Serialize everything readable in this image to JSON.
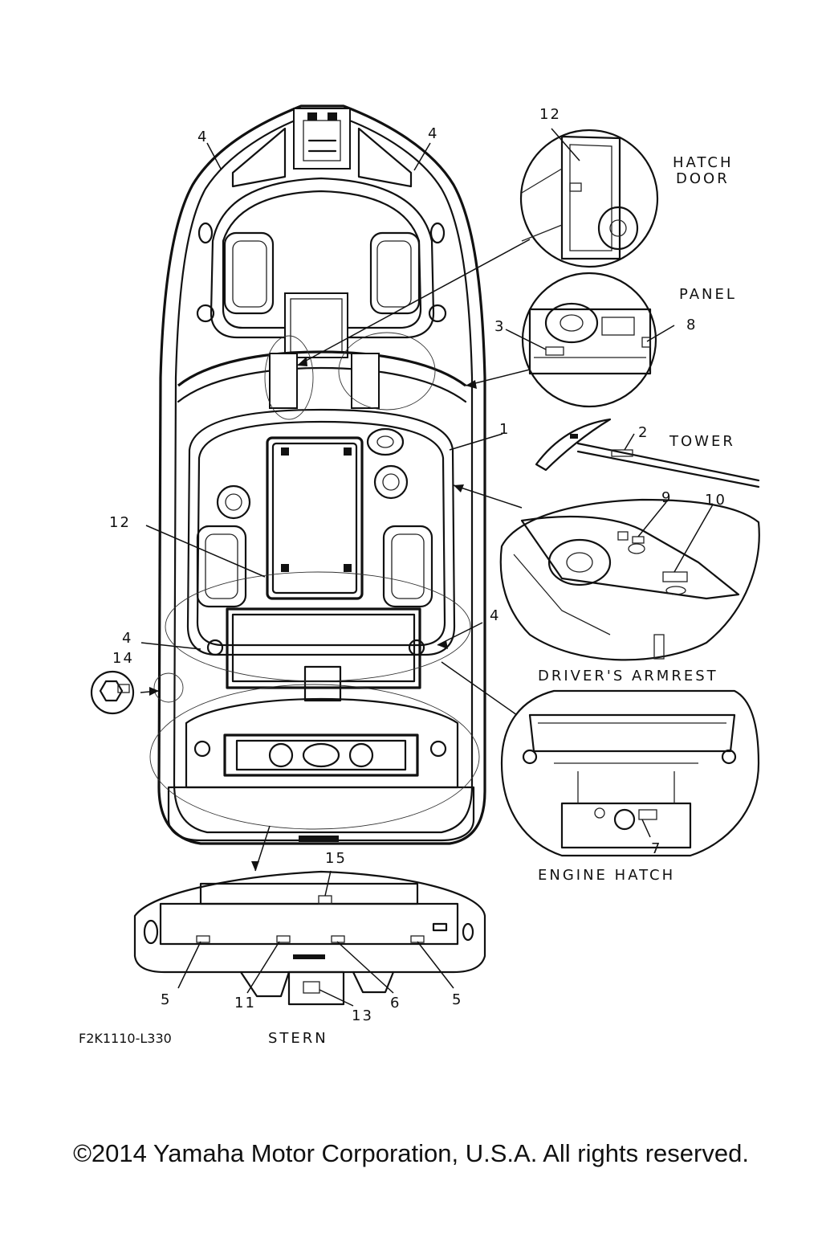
{
  "labels": {
    "hatch_door": [
      "HATCH",
      "DOOR"
    ],
    "panel": "PANEL",
    "tower": "TOWER",
    "drivers_armrest": "DRIVER'S ARMREST",
    "engine_hatch": "ENGINE HATCH",
    "stern": "STERN"
  },
  "callouts": {
    "c1": "1",
    "c2": "2",
    "c3": "3",
    "c4a": "4",
    "c4b": "4",
    "c4c": "4",
    "c4d": "4",
    "c5a": "5",
    "c5b": "5",
    "c6": "6",
    "c7": "7",
    "c8": "8",
    "c9": "9",
    "c10": "10",
    "c11": "11",
    "c12a": "12",
    "c12b": "12",
    "c13": "13",
    "c14": "14",
    "c15": "15"
  },
  "part_code": "F2K1110-L330",
  "copyright": "©2014 Yamaha Motor Corporation, U.S.A. All rights reserved."
}
